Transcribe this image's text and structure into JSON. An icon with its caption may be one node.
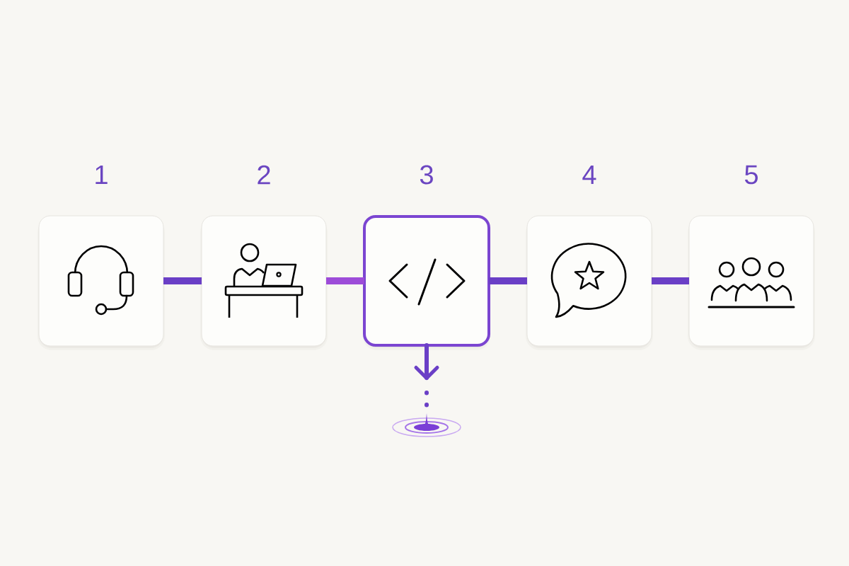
{
  "diagram": {
    "nodes": [
      {
        "text": [
          "1"
        ]
      },
      {
        "text": [
          "2"
        ]
      },
      {
        "text": [
          "3"
        ]
      },
      {
        "text": [
          "4"
        ]
      },
      {
        "text": [
          "5"
        ]
      },
      {
        "text": [],
        "shape": "picture"
      }
    ],
    "edges": [
      {
        "from": 0,
        "to": 1,
        "arrow": "none"
      },
      {
        "from": 1,
        "to": 2,
        "arrow": "none",
        "color": "#9d4cd8"
      },
      {
        "from": 2,
        "to": 3,
        "arrow": "none"
      },
      {
        "from": 3,
        "to": 4,
        "arrow": "none"
      },
      {
        "from": 2,
        "to": 5,
        "arrow": "to",
        "style": "dashed"
      }
    ]
  }
}
